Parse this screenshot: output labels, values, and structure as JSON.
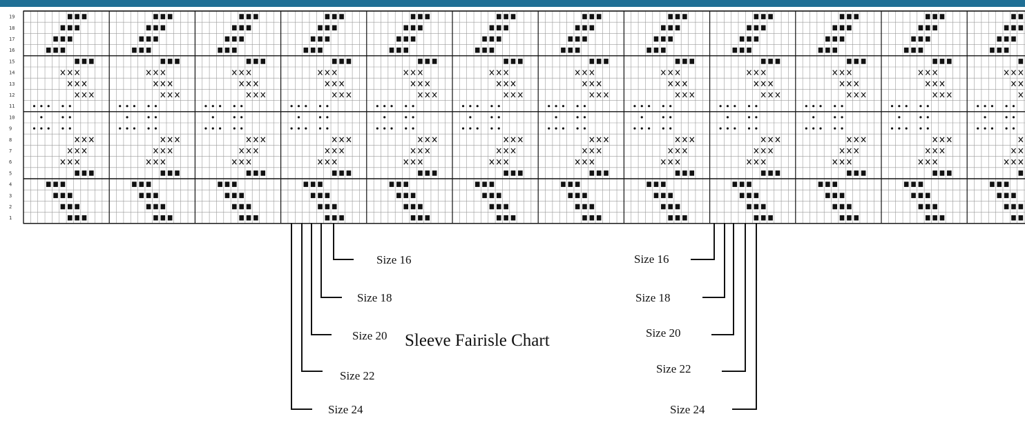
{
  "title": "Sleeve Fairisle Chart",
  "chart": {
    "rows": 19,
    "columns": 141,
    "row_numbers": [
      "19",
      "18",
      "17",
      "16",
      "15",
      "14",
      "13",
      "12",
      "11",
      "10",
      "9",
      "8",
      "7",
      "6",
      "5",
      "4",
      "3",
      "2",
      "1"
    ],
    "symbols": {
      "filled": "■",
      "cross": "×",
      "dot": "•"
    },
    "colors": {
      "header": "#1f6f95",
      "grid": "#9a9a9a",
      "ink": "#111111"
    }
  },
  "left_sizes": [
    "Size 16",
    "Size 18",
    "Size 20",
    "Size 22",
    "Size 24"
  ],
  "right_sizes": [
    "Size 16",
    "Size 18",
    "Size 20",
    "Size 22",
    "Size 24"
  ]
}
